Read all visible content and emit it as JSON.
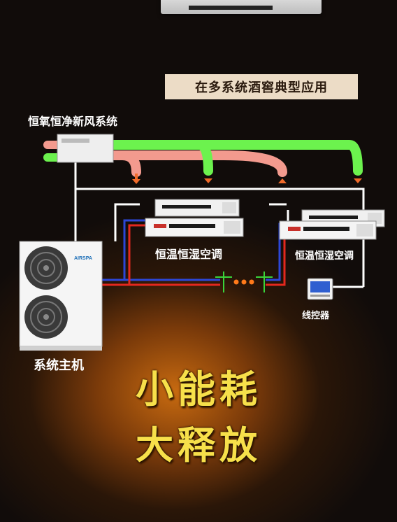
{
  "banner": "在多系统酒窖典型应用",
  "fresh_air_label": "恒氧恒净新风系统",
  "ac_label_1": "恒温恒湿空调",
  "ac_label_2": "恒温恒湿空调",
  "controller_label": "线控器",
  "host_label": "系统主机",
  "host_brand": "AIRSPA",
  "slogan_line1": "小能耗",
  "slogan_line2": "大释放",
  "colors": {
    "green_pipe": "#6cf24e",
    "pink_pipe": "#f39a8e",
    "refrigerant_red": "#e3281e",
    "refrigerant_blue": "#2c47d8",
    "slogan_yellow": "#f7e04a",
    "banner_bg": "#ecdcc6"
  }
}
